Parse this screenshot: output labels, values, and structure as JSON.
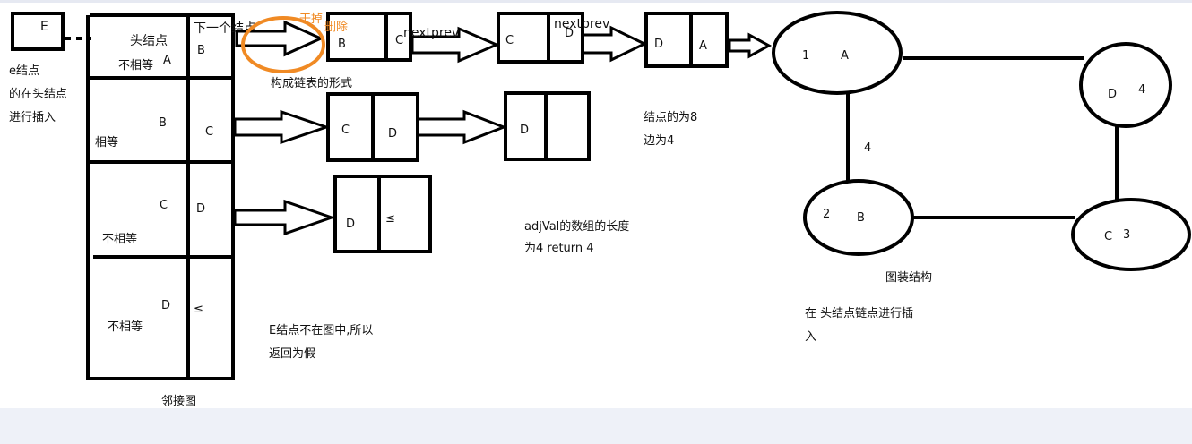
{
  "diagram": {
    "e_node": {
      "label": "E",
      "note_lines": [
        "e结点",
        "的在头结点",
        "进行插入"
      ]
    },
    "adjacency": {
      "title": "邻接图",
      "header_label": "头结点",
      "next_label": "下一个结点",
      "rows": [
        {
          "key": "A",
          "status": "不相等",
          "next": "B"
        },
        {
          "key": "B",
          "status": "相等",
          "next": "C"
        },
        {
          "key": "C",
          "status": "不相等",
          "next": "D"
        },
        {
          "key": "D",
          "status": "不相等",
          "next": "≤"
        }
      ]
    },
    "annotations": {
      "delete_top": "干掉",
      "delete": "删除",
      "nextprev_1": "nextprev",
      "nextprev_2": "nextprev",
      "linked_list_form": "构成链表的形式",
      "node_edge_line1": "结点的为8",
      "node_edge_line2": "边为4",
      "adjval_line1": "adjVal的数组的长度",
      "adjval_line2": "为4  return 4",
      "e_not_in_graph_line1": "E结点不在图中,所以",
      "e_not_in_graph_line2": "返回为假",
      "graph_structure": "图装结构",
      "insert_line1": "在 头结点链点进行插",
      "insert_line2": "入"
    },
    "chain_row1": [
      {
        "left": "B",
        "right": "C"
      },
      {
        "left": "C",
        "right": "D"
      },
      {
        "left": "D",
        "right": "A"
      }
    ],
    "chain_row2": [
      {
        "left": "C",
        "right": "D"
      },
      {
        "left": "D",
        "right": ""
      }
    ],
    "chain_row3": [
      {
        "left": "D",
        "right": "≤"
      }
    ],
    "graph": {
      "nodes": [
        {
          "num": "1",
          "label": "A"
        },
        {
          "num": "4",
          "label": "D"
        },
        {
          "num": "2",
          "label": "B"
        },
        {
          "num": "3",
          "label": "C"
        }
      ],
      "edge_label": "4"
    }
  }
}
